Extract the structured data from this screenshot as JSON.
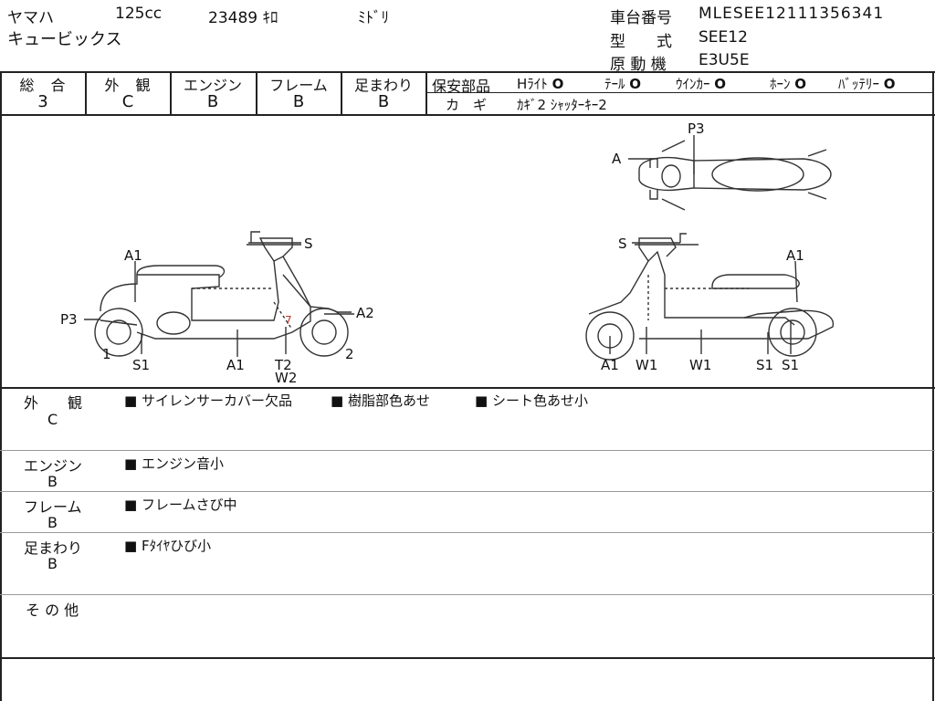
{
  "header": {
    "maker": "ヤマハ",
    "displacement": "125cc",
    "mileage": "23489 ｷﾛ",
    "color": "ﾐﾄﾞﾘ",
    "model_name": "キュービックス",
    "chassis_label": "車台番号",
    "chassis_value": "MLESEE12111356341",
    "type_label": "型　　式",
    "type_value": "SEE12",
    "engine_label": "原 動 機",
    "engine_value": "E3U5E"
  },
  "grades": [
    {
      "label": "総　合",
      "value": "3"
    },
    {
      "label": "外　観",
      "value": "C"
    },
    {
      "label": "エンジン",
      "value": "B"
    },
    {
      "label": "フレーム",
      "value": "B"
    },
    {
      "label": "足まわり",
      "value": "B"
    }
  ],
  "safety": {
    "label": "保安部品",
    "items": [
      {
        "name": "Hﾗｲﾄ",
        "mark": "O"
      },
      {
        "name": "ﾃｰﾙ",
        "mark": "O"
      },
      {
        "name": "ｳｲﾝｶｰ",
        "mark": "O"
      },
      {
        "name": "ﾎｰﾝ",
        "mark": "O"
      },
      {
        "name": "ﾊﾞｯﾃﾘｰ",
        "mark": "O"
      }
    ],
    "key_label": "カ　ギ",
    "key_value": "ｶｷﾞ2 ｼｬｯﾀｰｷｰ2"
  },
  "diagram": {
    "left_labels": {
      "s": "S",
      "a1_top": "A1",
      "p3": "P3",
      "a2": "A2",
      "one": "1",
      "two": "2",
      "s1": "S1",
      "a1_bottom": "A1",
      "t2": "T2",
      "w2": "W2",
      "seven": "7"
    },
    "top_labels": {
      "p3": "P3",
      "a": "A"
    },
    "right_labels": {
      "s": "S",
      "a1_top": "A1",
      "a1_bottom": "A1",
      "w1_a": "W1",
      "w1_b": "W1",
      "s1_a": "S1",
      "s1_b": "S1"
    }
  },
  "sections": [
    {
      "label": "外　　観",
      "grade": "C",
      "notes": [
        "■ サイレンサーカバー欠品",
        "■ 樹脂部色あせ",
        "■ シート色あせ小"
      ]
    },
    {
      "label": "エンジン",
      "grade": "B",
      "notes": [
        "■ エンジン音小"
      ]
    },
    {
      "label": "フレーム",
      "grade": "B",
      "notes": [
        "■ フレームさび中"
      ]
    },
    {
      "label": "足まわり",
      "grade": "B",
      "notes": [
        "■ Fﾀｲﾔひび小"
      ]
    },
    {
      "label": "そ の 他",
      "grade": "",
      "notes": []
    }
  ]
}
